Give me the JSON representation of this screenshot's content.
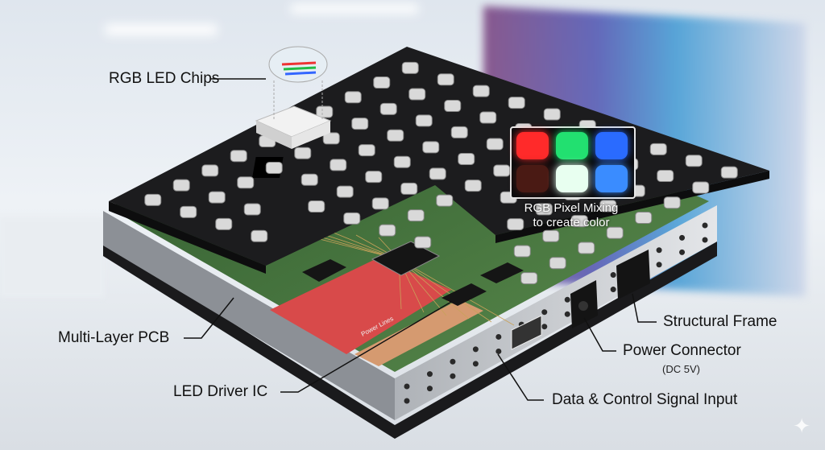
{
  "labels": {
    "rgb_led_chips": "RGB LED Chips",
    "multi_layer_pcb": "Multi-Layer PCB",
    "led_driver_ic": "LED Driver IC",
    "structural_frame": "Structural Frame",
    "power_connector": "Power Connector",
    "power_connector_spec": "(DC 5V)",
    "data_signal_input": "Data & Control Signal Input",
    "power_lines": "Power Lines"
  },
  "pixel_mixing": {
    "caption_line1": "RGB Pixel Mixing",
    "caption_line2": "to create color",
    "cells": [
      "#ff2a2a",
      "#22e070",
      "#2a6bff",
      "#4a1a14",
      "#e8fff0",
      "#3a8cff"
    ]
  },
  "colors": {
    "panel": "#1c1c1e",
    "pcb": "#3e6b3a",
    "frame": "#c9ccd0",
    "power_trace": "#d84a4a",
    "copper": "#d59a70"
  }
}
